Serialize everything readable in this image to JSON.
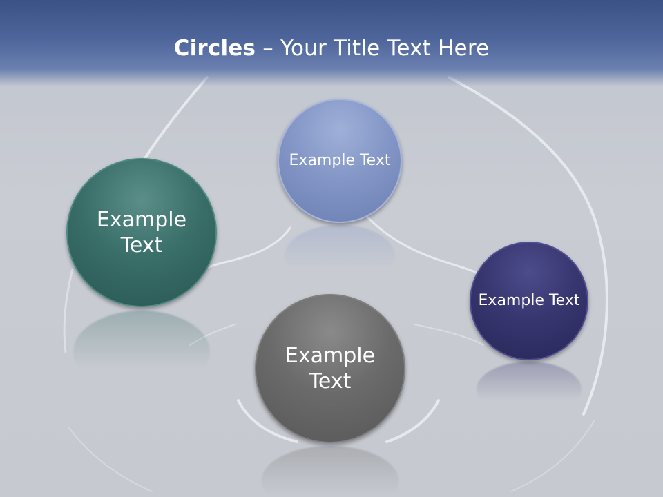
{
  "slide": {
    "title_bold": "Circles",
    "title_rest": " – Your Title Text Here"
  },
  "circles": [
    {
      "id": "teal",
      "label": "Example Text",
      "color": "#3a6e69"
    },
    {
      "id": "blue",
      "label": "Example Text",
      "color": "#8396c6"
    },
    {
      "id": "gray",
      "label": "Example Text",
      "color": "#6b6b6b"
    },
    {
      "id": "navy",
      "label": "Example Text",
      "color": "#37366f"
    }
  ],
  "colors": {
    "title_band": "#4d659a",
    "background": "#c6c9d0",
    "title_text": "#ffffff"
  }
}
